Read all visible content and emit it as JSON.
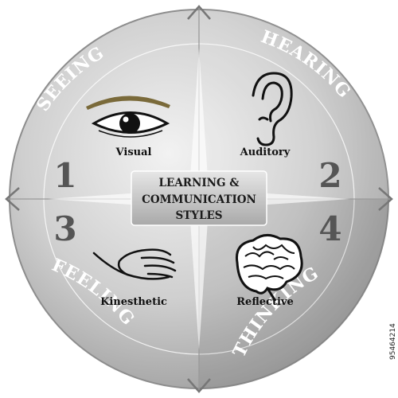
{
  "center": {
    "line1": "LEARNING &",
    "line2": "COMMUNICATION",
    "line3": "STYLES"
  },
  "arc_words": {
    "seeing": "SEEING",
    "hearing": "HEARING",
    "feeling": "FEELING",
    "thinking": "THINKING"
  },
  "quadrants": {
    "q1": {
      "number": "1",
      "label": "Visual",
      "icon": "eye-icon"
    },
    "q2": {
      "number": "2",
      "label": "Auditory",
      "icon": "ear-icon"
    },
    "q3": {
      "number": "3",
      "label": "Kinesthetic",
      "icon": "hand-icon"
    },
    "q4": {
      "number": "4",
      "label": "Reflective",
      "icon": "brain-icon"
    }
  },
  "stock_id": "95464214",
  "colors": {
    "disc_light": "#e9e9e9",
    "disc_dark": "#9b9b9b",
    "arrow": "#7a7a7a",
    "number": "#555555",
    "box": "#bdbdbd"
  }
}
